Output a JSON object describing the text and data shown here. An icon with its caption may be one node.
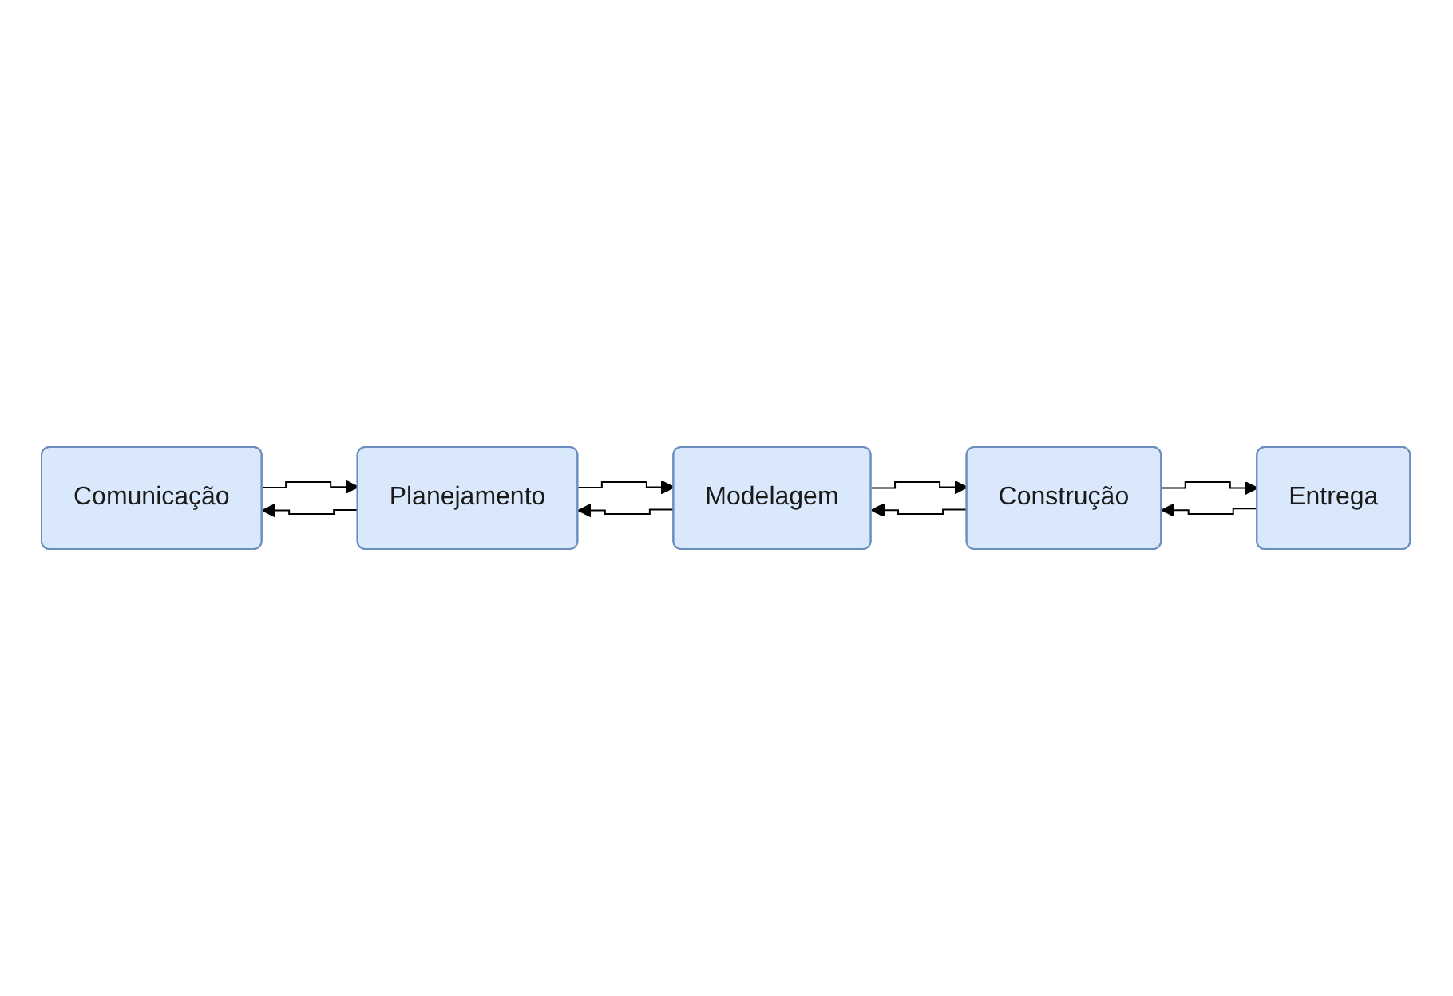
{
  "diagram": {
    "nodes": [
      {
        "text": [
          "Comunicação"
        ]
      },
      {
        "text": [
          "Planejamento"
        ]
      },
      {
        "text": [
          "Modelagem"
        ]
      },
      {
        "text": [
          "Construção"
        ]
      },
      {
        "text": [
          "Entrega"
        ]
      }
    ],
    "edges": [
      {
        "from": 0,
        "to": 1,
        "arrow": "to"
      },
      {
        "from": 1,
        "to": 0,
        "arrow": "to"
      },
      {
        "from": 1,
        "to": 2,
        "arrow": "to"
      },
      {
        "from": 2,
        "to": 1,
        "arrow": "to"
      },
      {
        "from": 2,
        "to": 3,
        "arrow": "to"
      },
      {
        "from": 3,
        "to": 2,
        "arrow": "to"
      },
      {
        "from": 3,
        "to": 4,
        "arrow": "to"
      },
      {
        "from": 4,
        "to": 3,
        "arrow": "to"
      }
    ]
  }
}
